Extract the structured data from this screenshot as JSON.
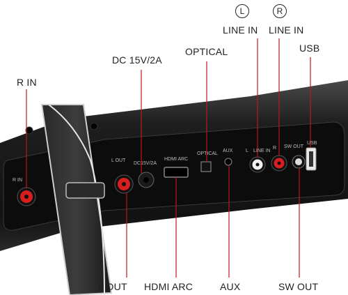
{
  "callouts": {
    "r_in": "R IN",
    "dc": "DC 15V/2A",
    "optical": "OPTICAL",
    "line_in_l_mark": "L",
    "line_in_l": "LINE IN",
    "line_in_r_mark": "R",
    "line_in_r": "LINE IN",
    "usb": "USB",
    "l_out": "L OUT",
    "hdmi_arc": "HDMI ARC",
    "aux": "AUX",
    "sw_out": "SW OUT"
  },
  "panel_labels": {
    "r_in": "R IN",
    "l_out": "L OUT",
    "dc": "DC15V/2A",
    "hdmi": "HDMI ARC",
    "optical": "OPTICAL",
    "aux": "AUX",
    "l_mark": "L",
    "line_in": "LINE IN",
    "r_mark": "R",
    "sw_out": "SW OUT",
    "usb": "USB"
  },
  "colors": {
    "body": "#1b1b1b",
    "panel": "#0e0e0e",
    "rca_red": "#d81e1e",
    "rca_white": "#f2f2f2",
    "callout_line": "#c01818"
  }
}
